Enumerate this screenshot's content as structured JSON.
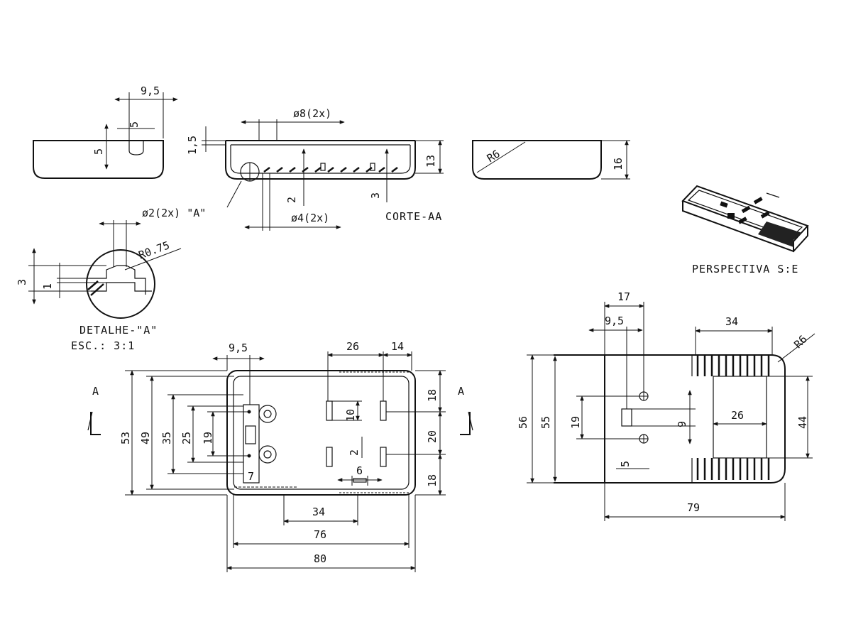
{
  "views": {
    "end_left": {
      "dim_top": "9,5",
      "dim_slot": "5",
      "dim_depth": "5"
    },
    "section": {
      "dim_wall": "1,5",
      "dim_hole_big": "ø8(2x)",
      "dim_height": "13",
      "dim_floor": "2",
      "dim_boss": "3",
      "dim_hole_small": "ø4(2x)",
      "callout": "ø2(2x) \"A\"",
      "label": "CORTE-AA"
    },
    "end_right": {
      "dim_radius": "R6",
      "dim_height": "16"
    },
    "detail": {
      "dim_radius": "R0.75",
      "dim_a": "3",
      "dim_b": "1",
      "label": "DETALHE-\"A\"",
      "scale": "ESC.: 3:1"
    },
    "perspective": {
      "label": "PERSPECTIVA S:E"
    },
    "plan_left": {
      "section_mark": "A",
      "dim_9_5": "9,5",
      "dim_26": "26",
      "dim_14": "14",
      "dim_53": "53",
      "dim_49": "49",
      "dim_35": "35",
      "dim_25": "25",
      "dim_19": "19",
      "dim_7": "7",
      "dim_10": "10",
      "dim_2": "2",
      "dim_6": "6",
      "dim_18a": "18",
      "dim_20": "20",
      "dim_18b": "18",
      "dim_34": "34",
      "dim_76": "76",
      "dim_80": "80"
    },
    "plan_right": {
      "dim_17": "17",
      "dim_9_5": "9,5",
      "dim_34": "34",
      "dim_r6": "R6",
      "dim_56": "56",
      "dim_55": "55",
      "dim_19": "19",
      "dim_9": "9",
      "dim_26": "26",
      "dim_44": "44",
      "dim_5": "5",
      "dim_79": "79"
    }
  }
}
